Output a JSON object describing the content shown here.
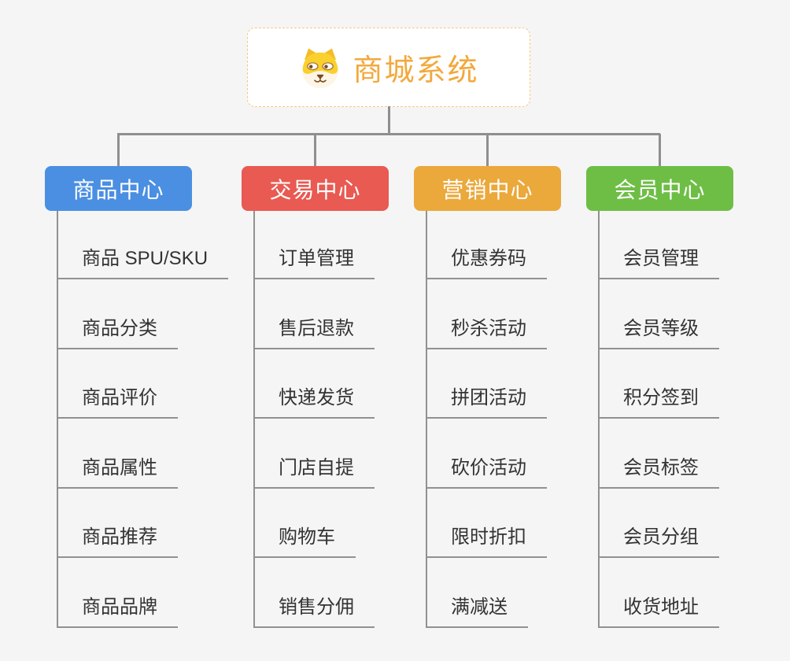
{
  "root": {
    "title": "商城系统",
    "icon": "shiba-dog-icon",
    "title_color": "#f2a93c",
    "border_color": "#f4c87e"
  },
  "colors": {
    "background": "#f5f5f5",
    "connector": "#8f8f8f",
    "node_text": "#333333"
  },
  "branches": [
    {
      "label": "商品中心",
      "color": "#4a8fe2",
      "items": [
        "商品 SPU/SKU",
        "商品分类",
        "商品评价",
        "商品属性",
        "商品推荐",
        "商品品牌"
      ]
    },
    {
      "label": "交易中心",
      "color": "#e85a52",
      "items": [
        "订单管理",
        "售后退款",
        "快递发货",
        "门店自提",
        "购物车",
        "销售分佣"
      ]
    },
    {
      "label": "营销中心",
      "color": "#eba83b",
      "items": [
        "优惠券码",
        "秒杀活动",
        "拼团活动",
        "砍价活动",
        "限时折扣",
        "满减送"
      ]
    },
    {
      "label": "会员中心",
      "color": "#6ebe46",
      "items": [
        "会员管理",
        "会员等级",
        "积分签到",
        "会员标签",
        "会员分组",
        "收货地址"
      ]
    }
  ]
}
